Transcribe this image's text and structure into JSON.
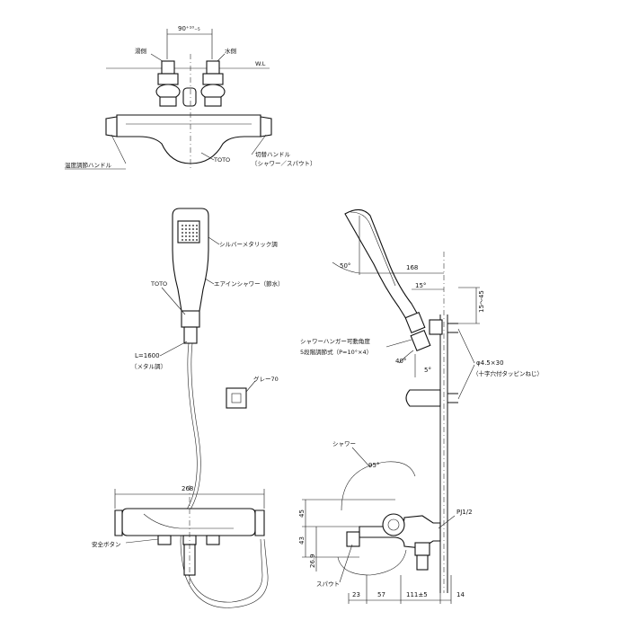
{
  "top_view": {
    "dim_top": "90⁺¹⁰₋₅",
    "hot_label": "湯側",
    "cold_label": "水側",
    "wl_label": "W.L",
    "temp_handle_label": "温度調節ハンドル",
    "switch_handle_label": "切替ハンドル",
    "switch_handle_sub": "〔シャワー／スパウト〕",
    "brand_label": "TOTO"
  },
  "shower_head": {
    "silver_label": "シルバーメタリック調",
    "aerin_label": "エアインシャワー（節水）",
    "brand_label": "TOTO",
    "hose_length": "L=1600",
    "hose_type": "〔メタル調〕",
    "gray_label": "グレー70"
  },
  "side_view": {
    "angle_50": "50°",
    "dim_168": "168",
    "angle_15": "15°",
    "dim_15_45": "15～45",
    "hanger_label": "シャワーハンガー可動角度",
    "hanger_sub": "5段階調節式（P=10°×4）",
    "angle_40": "40°",
    "angle_5": "5°",
    "screw_label": "φ4.5×30",
    "screw_sub": "（十字穴付タッピンねじ）"
  },
  "front_view": {
    "dim_268": "268",
    "safety_button": "安全ボタン"
  },
  "spout_view": {
    "shower_label": "シャワー",
    "angle_95": "95°",
    "dim_45": "45",
    "dim_43": "43",
    "dim_26": "26.9",
    "pipe_label": "PJ1/2",
    "spout_label": "スパウト",
    "dim_23": "23",
    "dim_57": "57",
    "dim_111": "111±5",
    "dim_14": "14"
  }
}
